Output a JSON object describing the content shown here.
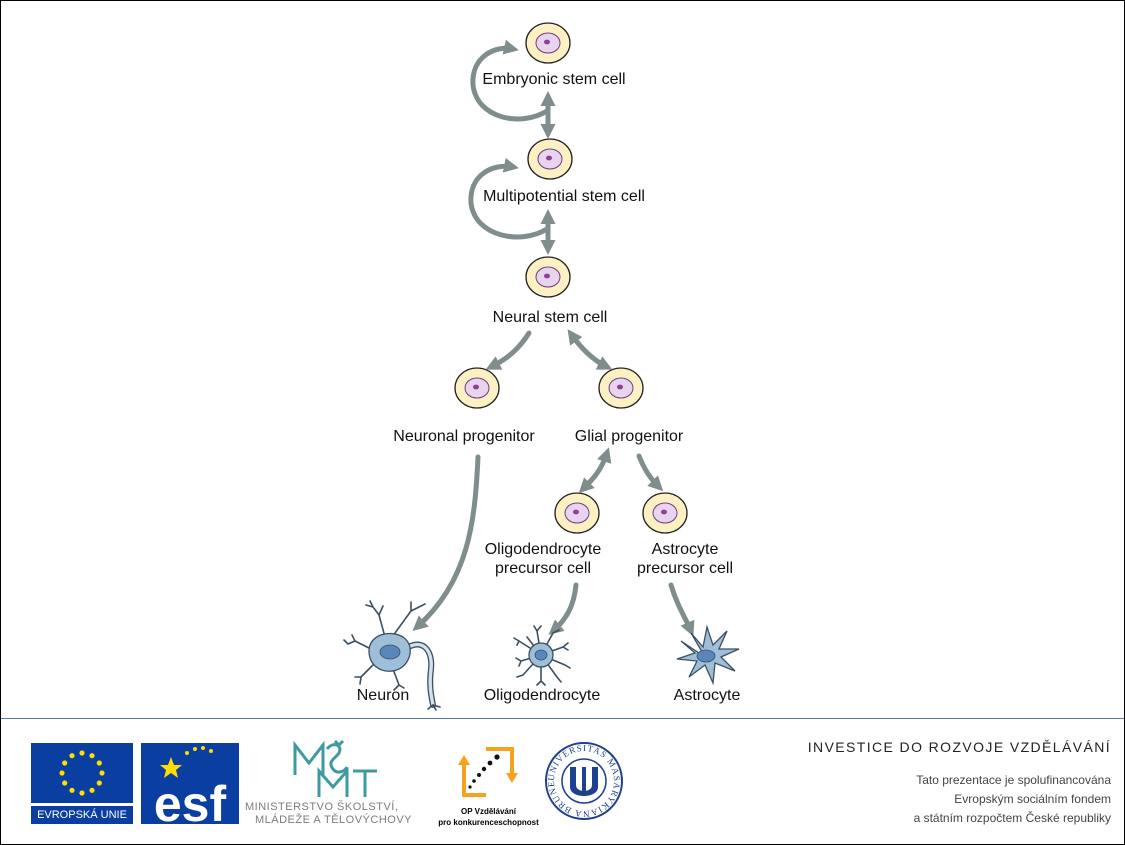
{
  "diagram": {
    "labels": {
      "embryonic": "Embryonic stem cell",
      "multipotential": "Multipotential stem cell",
      "neural": "Neural stem cell",
      "neuronal_progenitor": "Neuronal progenitor",
      "glial_progenitor": "Glial progenitor",
      "oligo_precursor_line1": "Oligodendrocyte",
      "oligo_precursor_line2": "precursor cell",
      "astro_precursor_line1": "Astrocyte",
      "astro_precursor_line2": "precursor cell",
      "neuron": "Neuron",
      "oligodendrocyte": "Oligodendrocyte",
      "astrocyte": "Astrocyte"
    },
    "colors": {
      "cell_fill": "#fdf1c4",
      "nucleus_fill": "#e8d4ef",
      "nucleolus": "#8e3f99",
      "arrow": "#7f8d8c",
      "mature_cell_fill": "#9fbfd9"
    }
  },
  "footer": {
    "eu_caption": "EVROPSKÁ UNIE",
    "esf_text": "esf",
    "msmt_lines": [
      "MINISTERSTVO ŠKOLSTVÍ,",
      "MLÁDEŽE A TĚLOVÝCHOVY"
    ],
    "op_lines": [
      "OP Vzdělávání",
      "pro konkurenceschopnost"
    ],
    "muni_ring_text": "UNIVERSITAS MASARYKIANA BRUNENSIS",
    "investice": "INVESTICE DO ROZVOJE VZDĚLÁVÁNÍ",
    "funding_lines": [
      "Tato prezentace je spolufinancována",
      "Evropským sociálním fondem",
      "a státním rozpočtem České republiky"
    ],
    "colors": {
      "eu_blue": "#0a3ea0",
      "star_yellow": "#ffdd00",
      "msmt_teal": "#3d9ba0",
      "op_orange": "#f6a21a",
      "muni_blue": "#1f3f8f"
    }
  }
}
